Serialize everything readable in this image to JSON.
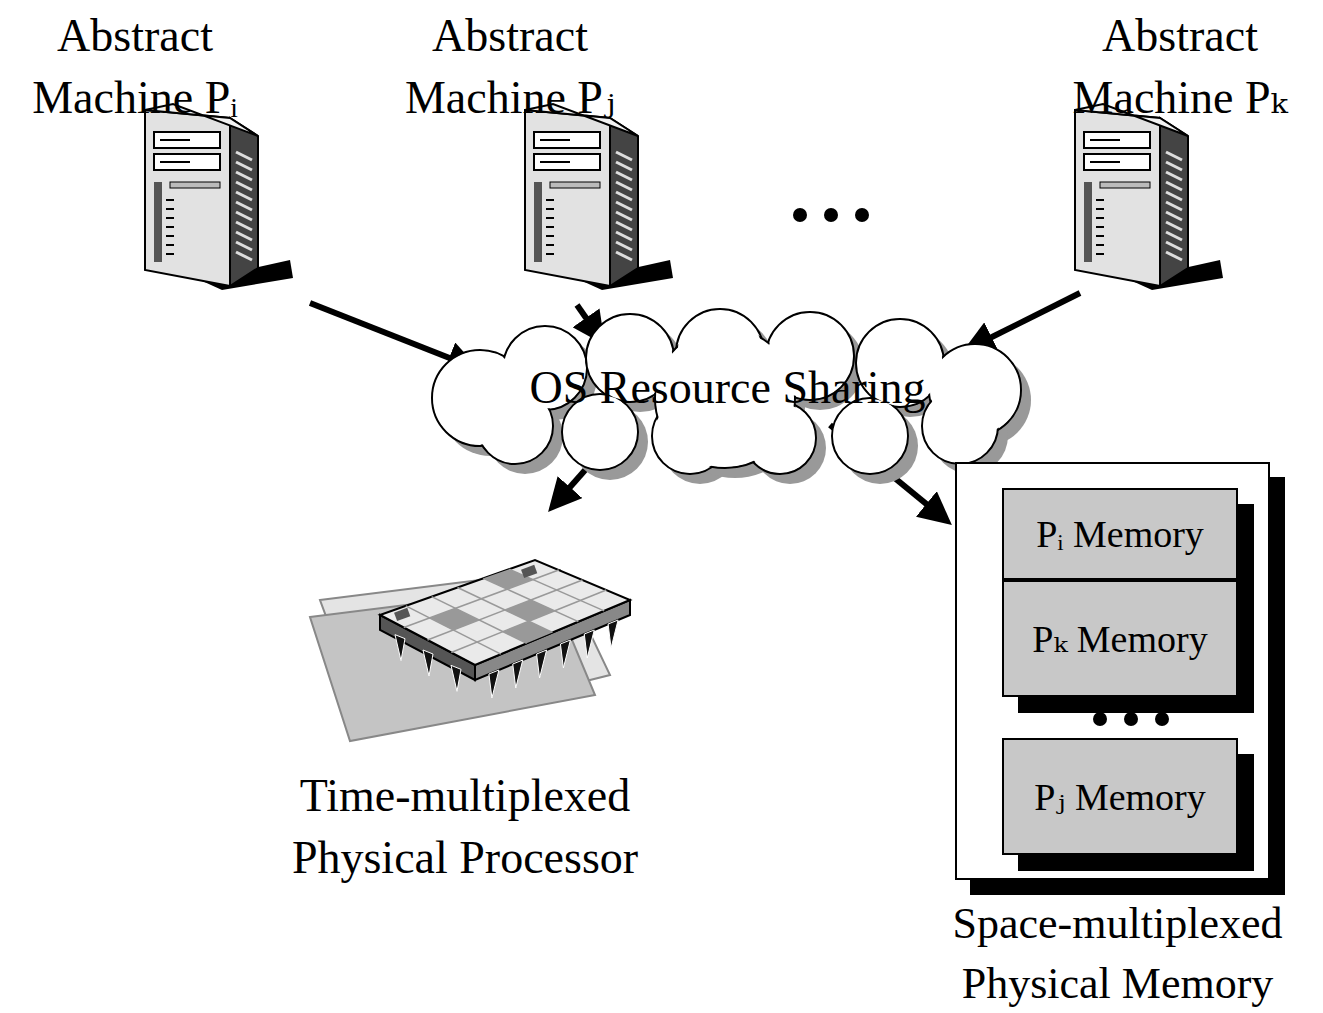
{
  "diagram": {
    "nodes": [
      {
        "text": [
          "Abstract Machine Pᵢ"
        ]
      },
      {
        "text": [
          "Abstract Machine Pⱼ"
        ]
      },
      {
        "text": [
          "Abstract Machine Pₖ"
        ]
      },
      {
        "text": [
          "OS Resource Sharing"
        ]
      },
      {
        "text": [
          "Time-multiplexed Physical Processor"
        ]
      },
      {
        "text": [
          "Space-multiplexed Physical Memory"
        ]
      },
      {
        "text": [
          "Pᵢ Memory"
        ],
        "in": 5
      },
      {
        "text": [
          "Pₖ Memory"
        ],
        "in": 5
      },
      {
        "text": [
          "Pⱼ Memory"
        ],
        "in": 5
      }
    ],
    "edges": [
      {
        "from": 0,
        "to": 3,
        "arrow": "to"
      },
      {
        "from": 1,
        "to": 3,
        "arrow": "to"
      },
      {
        "from": 2,
        "to": 3,
        "arrow": "to"
      },
      {
        "from": 3,
        "to": 4,
        "arrow": "to"
      },
      {
        "from": 3,
        "to": 5,
        "arrow": "to"
      }
    ]
  }
}
